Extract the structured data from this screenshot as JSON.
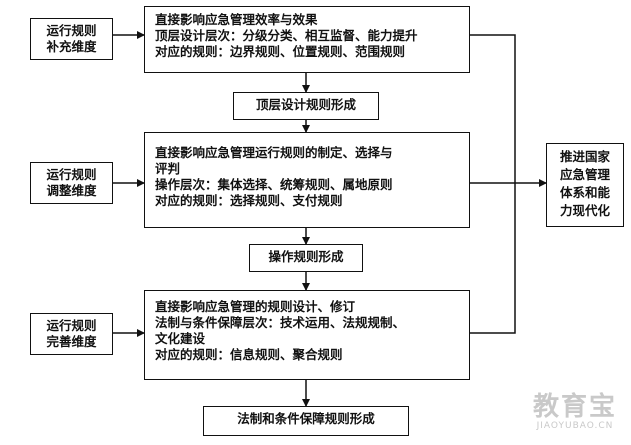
{
  "left_boxes": [
    {
      "lines": [
        "运行规则",
        "补充维度"
      ]
    },
    {
      "lines": [
        "运行规则",
        "调整维度"
      ]
    },
    {
      "lines": [
        "运行规则",
        "完善维度"
      ]
    }
  ],
  "main_boxes": [
    {
      "lines": [
        "直接影响应急管理效率与效果",
        "顶层设计层次：分级分类、相互监督、能力提升",
        "对应的规则：边界规则、位置规则、范围规则"
      ]
    },
    {
      "lines": [
        "直接影响应急管理运行规则的制定、选择与",
        "评判",
        "操作层次：集体选择、统筹规则、属地原则",
        "对应的规则：选择规则、支付规则"
      ]
    },
    {
      "lines": [
        "直接影响应急管理的规则设计、修订",
        "法制与条件保障层次：技术运用、法规规制、",
        "文化建设",
        "对应的规则：信息规则、聚合规则"
      ]
    }
  ],
  "stage_labels": [
    "顶层设计规则形成",
    "操作规则形成",
    "法制和条件保障规则形成"
  ],
  "right_box": {
    "lines": [
      "推进国家",
      "应急管理",
      "体系和能",
      "力现代化"
    ]
  },
  "watermark": {
    "main": "教育宝",
    "sub": "JIAOYUBAO.CN"
  }
}
